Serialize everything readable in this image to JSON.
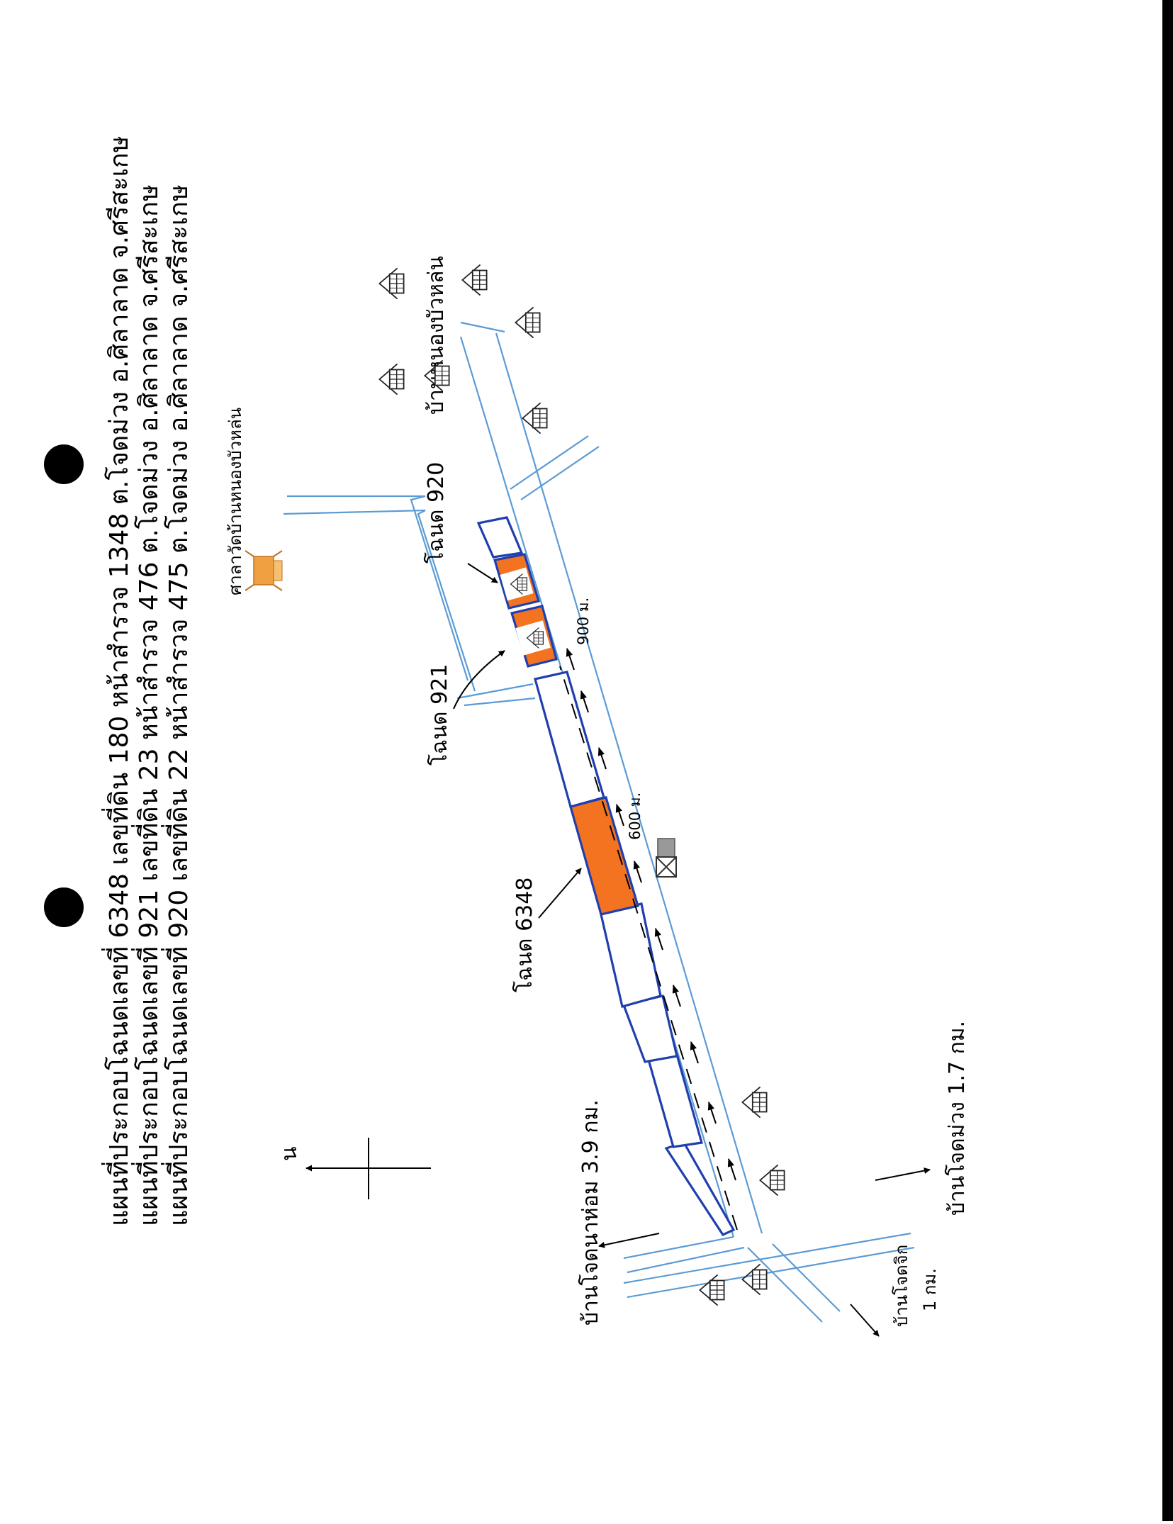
{
  "map": {
    "title_lines": [
      "แผนที่ประกอบโฉนดเลขที่ 6348 เลขที่ดิน 180 หน้าสำรวจ 1348 ต.โจดม่วง อ.ศิลาลาด จ.ศรีสะเกษ",
      "แผนที่ประกอบโฉนดเลขที่ 921 เลขที่ดิน 23 หน้าสำรวจ 476 ต.โจดม่วง อ.ศิลาลาด จ.ศรีสะเกษ",
      "แผนที่ประกอบโฉนดเลขที่ 920 เลขที่ดิน 22 หน้าสำรวจ 475 ต.โจดม่วง อ.ศิลาลาด จ.ศรีสะเกษ"
    ],
    "north_label": "น",
    "plots": [
      {
        "label": "โฉนด 6348",
        "highlighted": true
      },
      {
        "label": "โฉนด 921",
        "highlighted": true
      },
      {
        "label": "โฉนด 920",
        "highlighted": true
      }
    ],
    "distances": [
      "600 ม.",
      "900 ม."
    ],
    "places": {
      "temple": "ศาลาวัดบ้านหนองบัวหล่น",
      "village": "บ้านหนองบัวหล่น",
      "to_jot_na_hom": "บ้านโจดนาห่อม 3.9 กม.",
      "to_jot_muang": "บ้านโจดม่วง 1.7 กม.",
      "to_jot_jik_line1": "บ้านโจดจิก",
      "to_jot_jik_line2": "1 กม."
    },
    "colors": {
      "road": "#5b9bd5",
      "plot_border": "#1f3fae",
      "plot_fill": "#f37321",
      "temple": "#f0a040"
    },
    "icons": [
      "house-icon",
      "temple-icon",
      "water-tower-icon",
      "north-arrow-icon"
    ]
  }
}
